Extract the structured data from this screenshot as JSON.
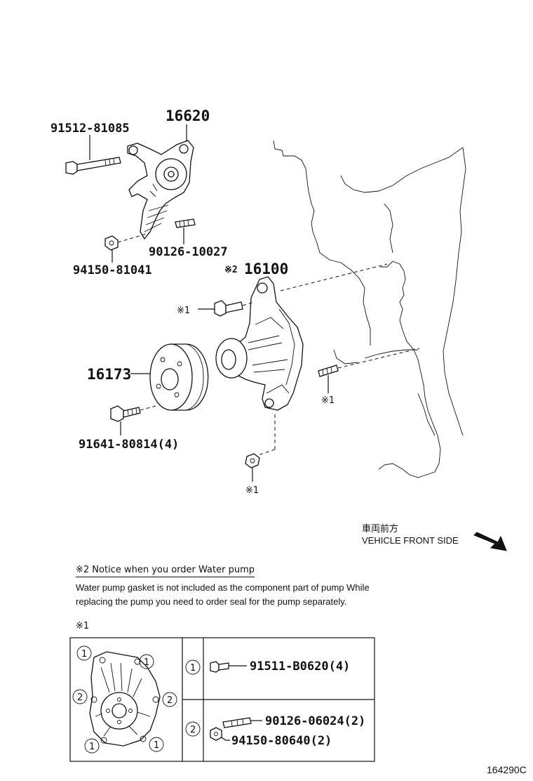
{
  "parts": {
    "bolt_tensioner": "91512-81085",
    "tensioner": "16620",
    "stud_tensioner": "90126-10027",
    "nut_tensioner": "94150-81041",
    "water_pump": "16100",
    "water_pump_mark": "※2",
    "pulley": "16173",
    "pulley_bolt": "91641-80814(4)"
  },
  "markers": {
    "mark1": "※1"
  },
  "direction": {
    "label_jp": "車両前方",
    "label_en": "VEHICLE FRONT SIDE"
  },
  "notice": {
    "title": "※2 Notice when you order Water pump",
    "line1": "Water pump gasket is not included as the component part of pump While",
    "line2": "replacing the pump you need to order seal for the pump separately."
  },
  "legend": {
    "header": "※1",
    "num1": "1",
    "num2": "2",
    "row1_part": "91511-B0620(4)",
    "row2_part_a": "90126-06024(2)",
    "row2_part_b": "94150-80640(2)"
  },
  "footer": {
    "diagram_id": "164290C"
  }
}
